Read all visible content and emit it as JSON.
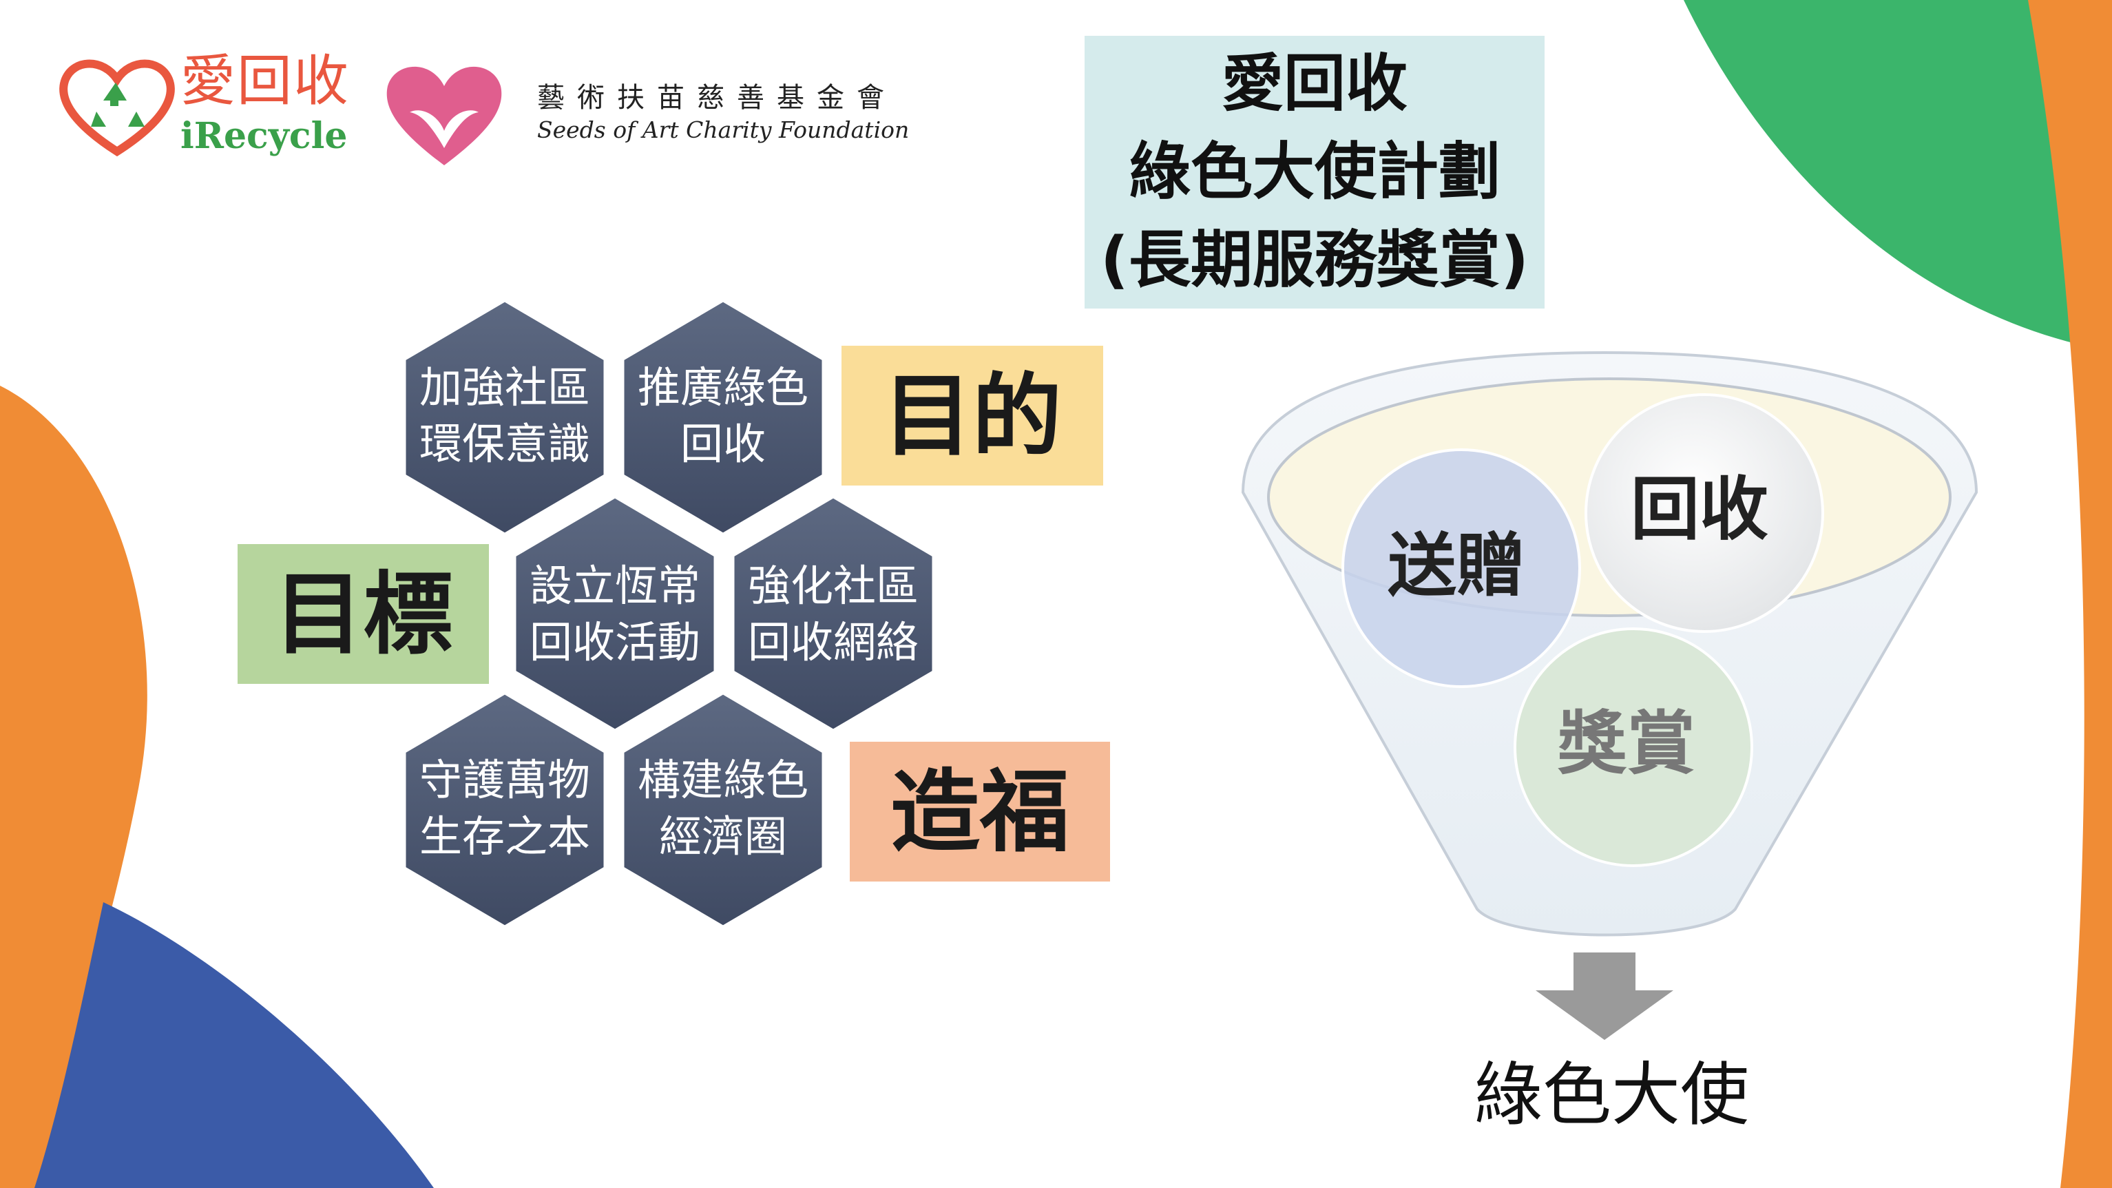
{
  "logo": {
    "name_zh": "愛回收",
    "name_en": "iRecycle"
  },
  "foundation": {
    "name_zh": "藝術扶苗慈善基金會",
    "name_en": "Seeds of Art Charity Foundation"
  },
  "title": {
    "line1": "愛回收",
    "line2": "綠色大使計劃",
    "line3": "(長期服務獎賞)"
  },
  "hexagons": [
    {
      "id": "h1",
      "line1": "加強社區",
      "line2": "環保意識"
    },
    {
      "id": "h2",
      "line1": "推廣綠色",
      "line2": "回收"
    },
    {
      "id": "h3",
      "line1": "設立恆常",
      "line2": "回收活動"
    },
    {
      "id": "h4",
      "line1": "強化社區",
      "line2": "回收網絡"
    },
    {
      "id": "h5",
      "line1": "守護萬物",
      "line2": "生存之本"
    },
    {
      "id": "h6",
      "line1": "構建綠色",
      "line2": "經濟圈"
    }
  ],
  "tags": {
    "purpose": "目的",
    "goal": "目標",
    "benefit": "造福"
  },
  "funnel": {
    "gift": "送贈",
    "recycle": "回收",
    "reward": "獎賞",
    "result": "綠色大使"
  },
  "colors": {
    "hexagon": "#4a5670",
    "purpose_bg": "#fadd98",
    "goal_bg": "#b6d59d",
    "benefit_bg": "#f6bb98",
    "title_bg": "#d5ebec",
    "orange": "#f08c35",
    "green": "#3bb56b",
    "blue": "#3b5ba8"
  },
  "icons": [
    "heart-recycle-logo-icon",
    "pink-heart-logo-icon",
    "down-arrow-icon"
  ]
}
